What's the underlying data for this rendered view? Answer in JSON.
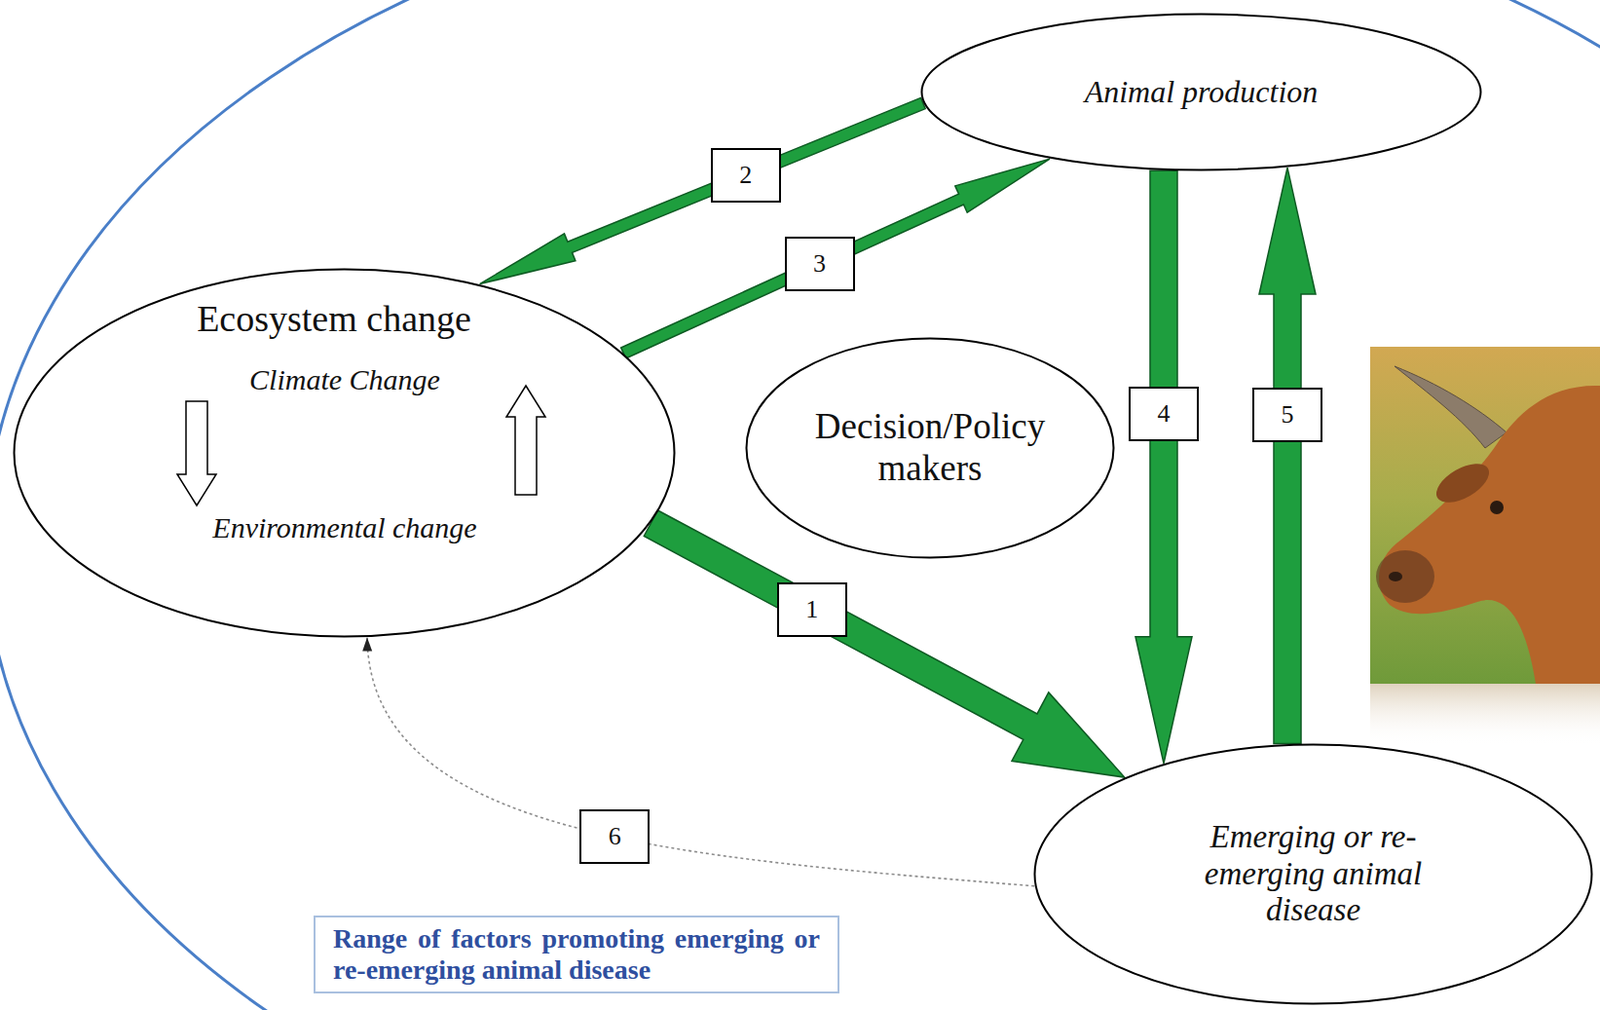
{
  "diagram": {
    "nodes": [
      {
        "text": [
          "Ecosystem change",
          "Climate Change",
          "Environmental change"
        ]
      },
      {
        "text": [
          "Animal production"
        ]
      },
      {
        "text": [
          "Decision/Policy makers"
        ]
      },
      {
        "text": [
          "Emerging or re- emerging animal disease"
        ]
      },
      {
        "text": [
          "Range of factors promoting emerging or re-emerging animal disease"
        ]
      }
    ],
    "edges": [
      {
        "from": 0,
        "to": 3,
        "label": "1",
        "arrow": "to"
      },
      {
        "from": 1,
        "to": 0,
        "label": "2",
        "arrow": "to"
      },
      {
        "from": 0,
        "to": 1,
        "label": "3",
        "arrow": "to"
      },
      {
        "from": 1,
        "to": 3,
        "label": "4",
        "arrow": "to"
      },
      {
        "from": 3,
        "to": 1,
        "label": "5",
        "arrow": "to"
      },
      {
        "from": 3,
        "to": 0,
        "label": "6",
        "arrow": "to"
      }
    ]
  }
}
